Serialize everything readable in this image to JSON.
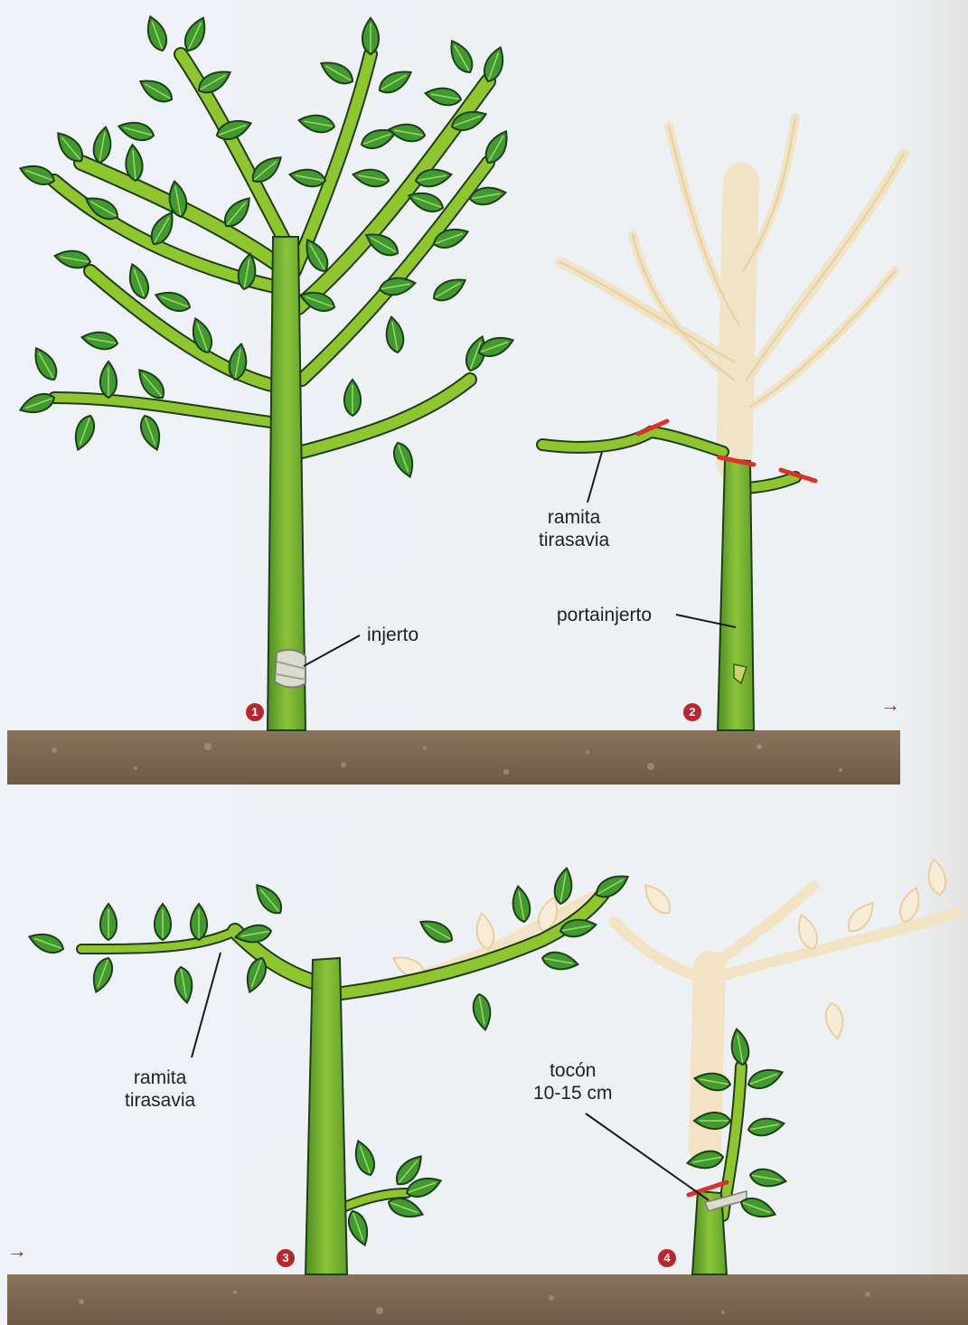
{
  "labels": {
    "injerto": "injerto",
    "ramita_tirasavia_top": "ramita\ntirasavia",
    "portainjerto": "portainjerto",
    "ramita_tirasavia_bottom": "ramita\ntirasavia",
    "tocon": "tocón\n10-15 cm"
  },
  "steps": [
    "1",
    "2",
    "3",
    "4"
  ],
  "arrows": [
    "→",
    "→"
  ],
  "colors": {
    "leaf": "#3e9a30",
    "stem": "#8fc630",
    "trunk": "#6eae2c",
    "soil": "#7f6a55",
    "cut": "#d8332c",
    "ghost": "#f5e9cf",
    "badge": "#b8262f"
  }
}
